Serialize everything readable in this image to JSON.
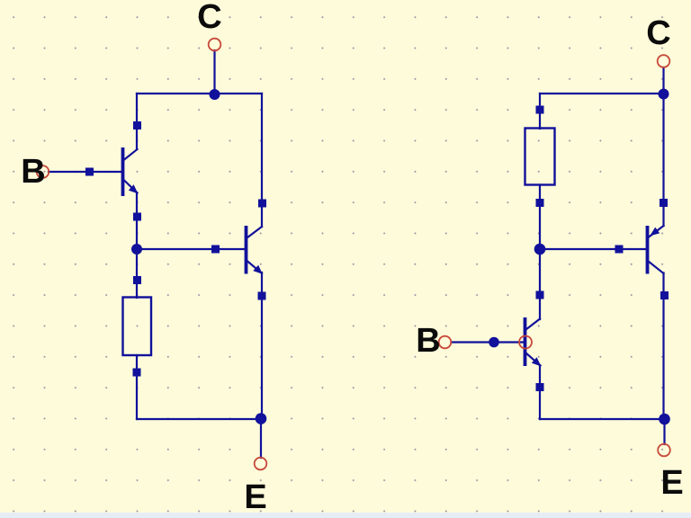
{
  "colors": {
    "background": "#fdfbda",
    "wire": "#11119b",
    "terminal": "#c8493a",
    "label": "#0b0b0b",
    "grid_dot": "#9b93a4",
    "bottom_strip": "#e7edf7"
  },
  "left_circuit": {
    "terminals": {
      "base": "B",
      "collector": "C",
      "emitter": "E"
    }
  },
  "right_circuit": {
    "terminals": {
      "base": "B",
      "collector": "C",
      "emitter": "E"
    }
  }
}
